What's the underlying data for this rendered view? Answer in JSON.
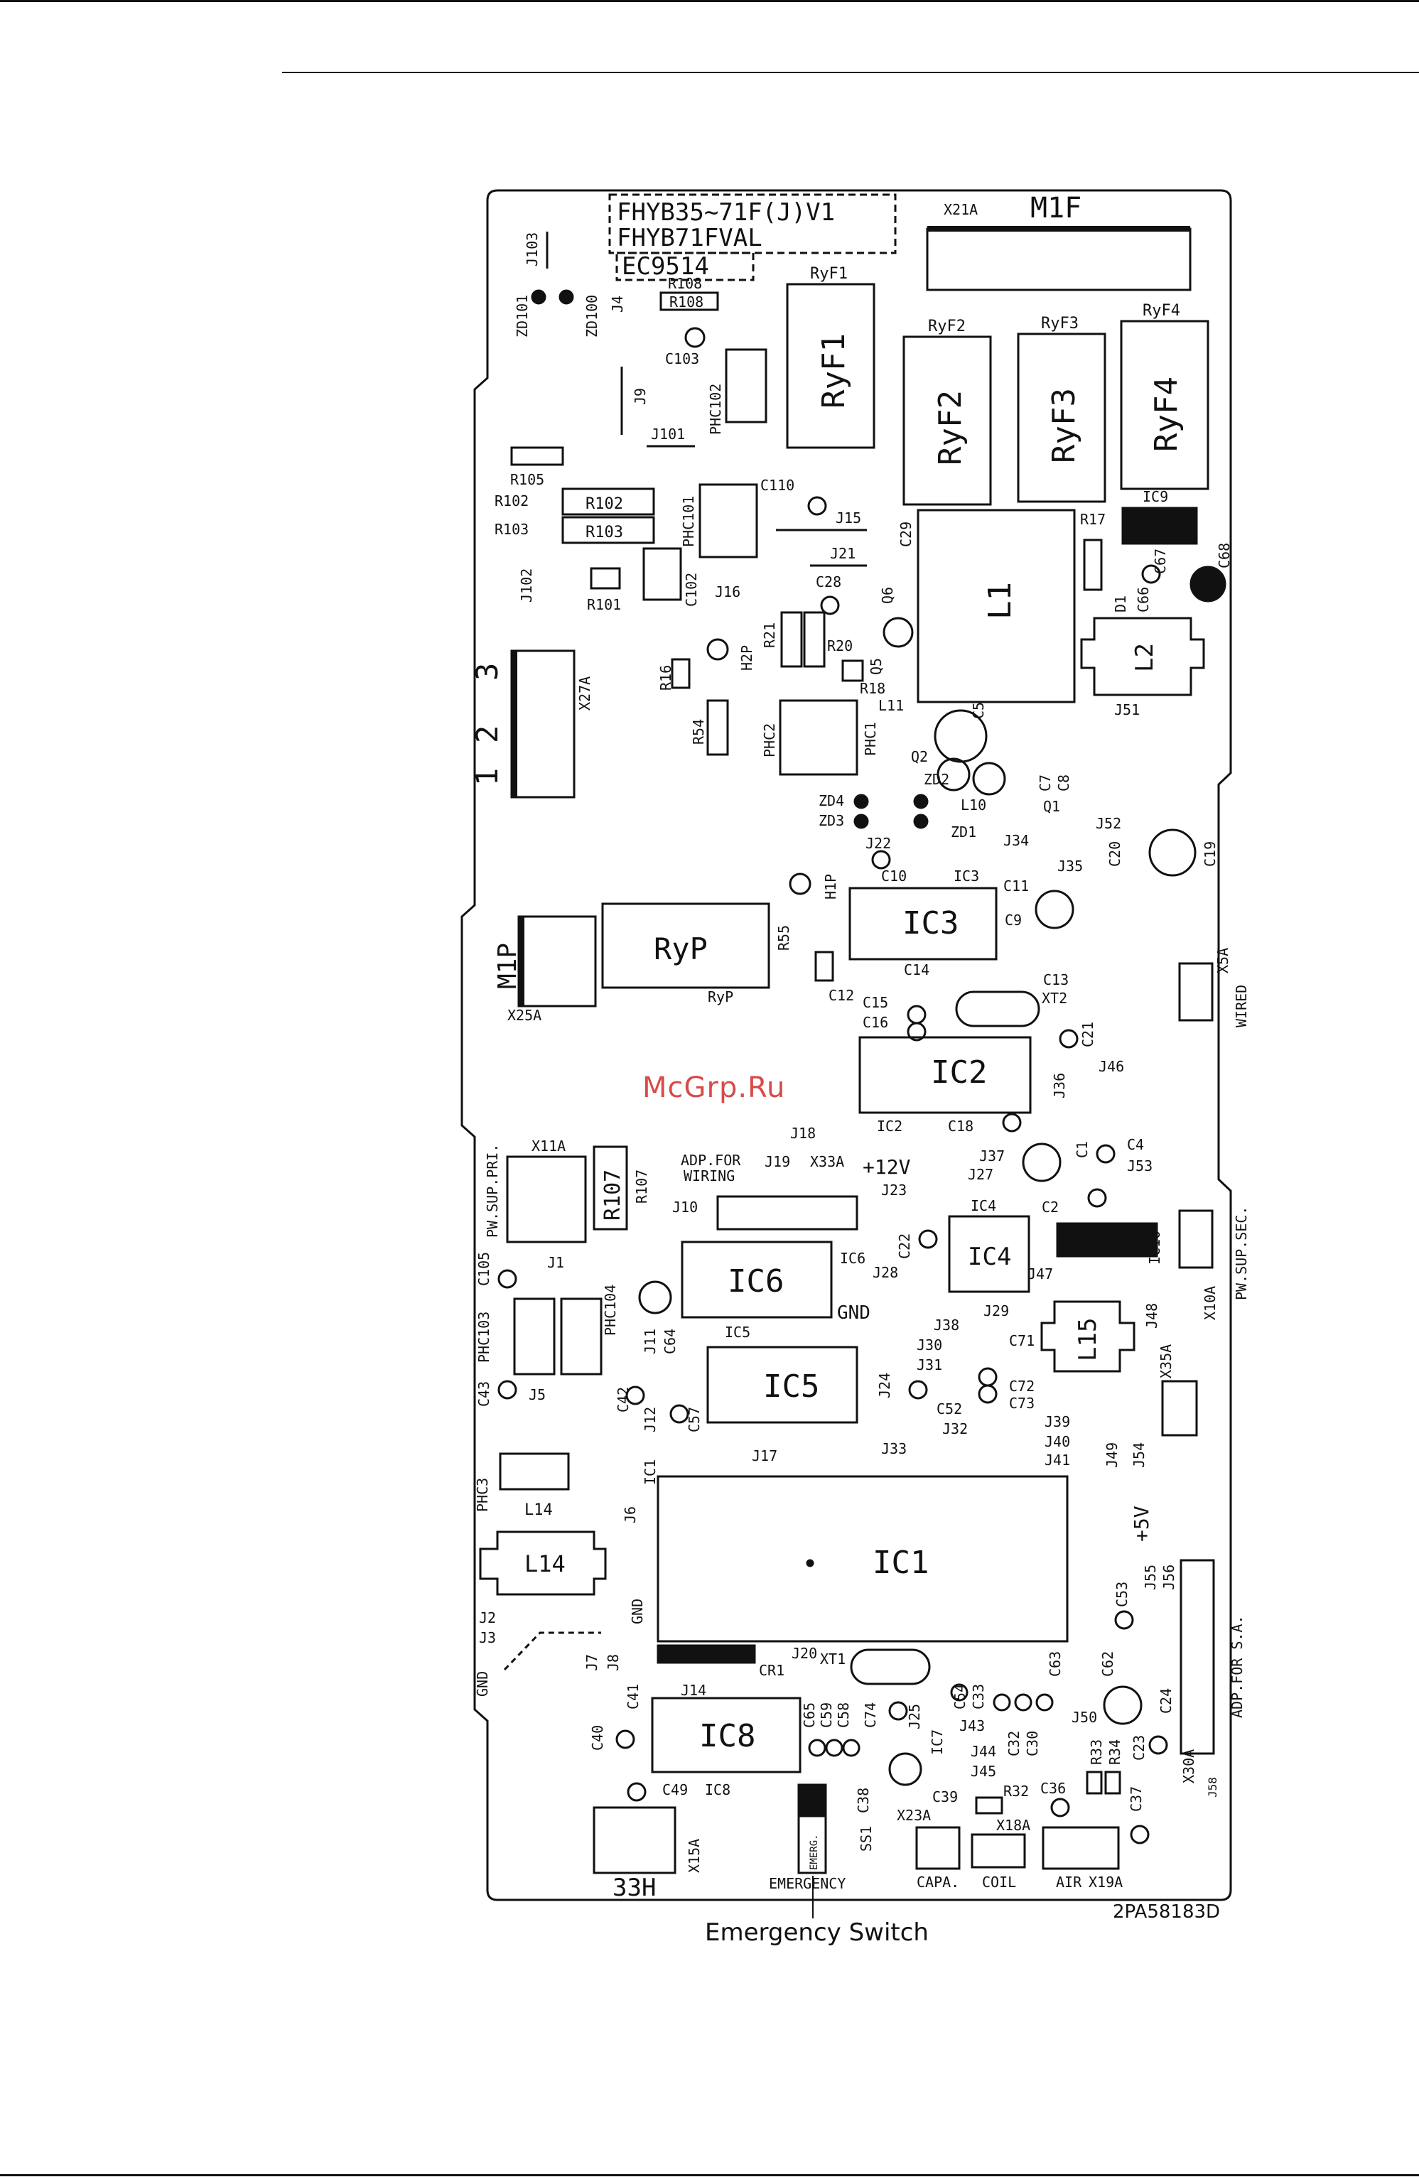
{
  "header": {
    "model_lines": [
      "FHYB35~71F(J)V1",
      "FHYB71FVAL",
      "EC9514"
    ]
  },
  "watermark": "McGrp.Ru",
  "caption": "Emergency Switch",
  "part_number": "2PA58183D",
  "labels": {
    "x21a": "X21A",
    "m1f": "M1F",
    "ryf1": "RyF1",
    "ryf2": "RyF2",
    "ryf3": "RyF3",
    "ryf4": "RyF4",
    "j103": "J103",
    "zd101": "ZD101",
    "zd100": "ZD100",
    "j4": "J4",
    "r108": "R108",
    "c103": "C103",
    "j9": "J9",
    "phc102": "PHC102",
    "j101": "J101",
    "r105": "R105",
    "r102": "R102",
    "r103": "R103",
    "phc101": "PHC101",
    "c110": "C110",
    "j15": "J15",
    "j102": "J102",
    "r101": "R101",
    "c102": "C102",
    "j16": "J16",
    "j21": "J21",
    "c28": "C28",
    "c29": "C29",
    "q6": "Q6",
    "l1": "L1",
    "r17": "R17",
    "ic9": "IC9",
    "c68": "C68",
    "c67": "C67",
    "c66": "C66",
    "d1": "D1",
    "l2": "L2",
    "j51": "J51",
    "x27a": "X27A",
    "n1": "1",
    "n2": "2",
    "n3": "3",
    "r16": "R16",
    "r21": "R21",
    "r20": "R20",
    "h2p": "H2P",
    "q5": "Q5",
    "r18": "R18",
    "r54": "R54",
    "phc2": "PHC2",
    "phc1": "PHC1",
    "l11": "L11",
    "c5": "C5",
    "q2": "Q2",
    "zd2": "ZD2",
    "c7": "C7",
    "c8": "C8",
    "l10": "L10",
    "q1": "Q1",
    "zd4": "ZD4",
    "zd3": "ZD3",
    "zd1": "ZD1",
    "j22": "J22",
    "j34": "J34",
    "j52": "J52",
    "c20": "C20",
    "c19": "C19",
    "h1p": "H1P",
    "c10": "C10",
    "ic3": "IC3",
    "c11": "C11",
    "j35": "J35",
    "m1p": "M1P",
    "ryp": "RyP",
    "r55": "R55",
    "c9": "C9",
    "c14": "C14",
    "c13": "C13",
    "x5a": "X5A",
    "wired": "WIRED",
    "x25a": "X25A",
    "c12": "C12",
    "c15": "C15",
    "c16": "C16",
    "xt2": "XT2",
    "ic2": "IC2",
    "c21": "C21",
    "j46": "J46",
    "j36": "J36",
    "c18": "C18",
    "x11a": "X11A",
    "r107": "R107",
    "pw_sup_pri": "PW.SUP.PRI.",
    "j18": "J18",
    "adp_for_wiring": "ADP.FOR",
    "wiring": "WIRING",
    "j19": "J19",
    "x33a": "X33A",
    "plus12v": "+12V",
    "j37": "J37",
    "c1": "C1",
    "c4": "C4",
    "j53": "J53",
    "j27": "J27",
    "j23": "J23",
    "j10": "J10",
    "ic4": "IC4",
    "c2": "C2",
    "c22": "C22",
    "ic6": "IC6",
    "j28": "J28",
    "ic10": "IC10",
    "c105": "C105",
    "j1": "J1",
    "phc104": "PHC104",
    "j47": "J47",
    "x10a": "X10A",
    "pw_sup_sec": "PW.SUP.SEC.",
    "gnd": "GND",
    "j29": "J29",
    "j48": "J48",
    "j11": "J11",
    "c64": "C64",
    "ic5": "IC5",
    "j38": "J38",
    "c71": "C71",
    "l15": "L15",
    "x35a": "X35A",
    "c43": "C43",
    "phc103": "PHC103",
    "j5": "J5",
    "j30": "J30",
    "j31": "J31",
    "c72": "C72",
    "c73": "C73",
    "c42": "C42",
    "j12": "J12",
    "c57": "C57",
    "j24": "J24",
    "c52": "C52",
    "j32": "J32",
    "j39": "J39",
    "j40": "J40",
    "j41": "J41",
    "j49": "J49",
    "j54": "J54",
    "ic1": "IC1",
    "j17": "J17",
    "j33": "J33",
    "plus5v": "+5V",
    "phc3": "PHC3",
    "l14": "L14",
    "j6": "J6",
    "c53": "C53",
    "j55": "J55",
    "j56": "J56",
    "j2": "J2",
    "j3": "J3",
    "j7": "J7",
    "j8": "J8",
    "cr1": "CR1",
    "j20": "J20",
    "xt1": "XT1",
    "c63": "C63",
    "c62": "C62",
    "adp_for_sa": "ADP.FOR S.A.",
    "c41": "C41",
    "j14": "J14",
    "c65": "C65",
    "c59": "C59",
    "c58": "C58",
    "c74": "C74",
    "c54": "C54",
    "c33": "C33",
    "j50": "J50",
    "c24": "C24",
    "c40": "C40",
    "ic8": "IC8",
    "j25": "J25",
    "ic7": "IC7",
    "j43": "J43",
    "c32": "C32",
    "c30": "C30",
    "j44": "J44",
    "j45": "J45",
    "r33": "R33",
    "r34": "R34",
    "c23": "C23",
    "x30a": "X30A",
    "c49": "C49",
    "ic8b": "IC8",
    "c38": "C38",
    "c39": "C39",
    "r32": "R32",
    "c36": "C36",
    "c37": "C37",
    "j58": "J58",
    "x23a": "X23A",
    "x18a": "X18A",
    "ss1": "SS1",
    "emerg": "EMERG.",
    "x15a": "X15A",
    "h33": "33H",
    "emergency": "EMERGENCY",
    "capa": "CAPA.",
    "coil": "COIL",
    "air": "AIR",
    "x19a": "X19A"
  }
}
